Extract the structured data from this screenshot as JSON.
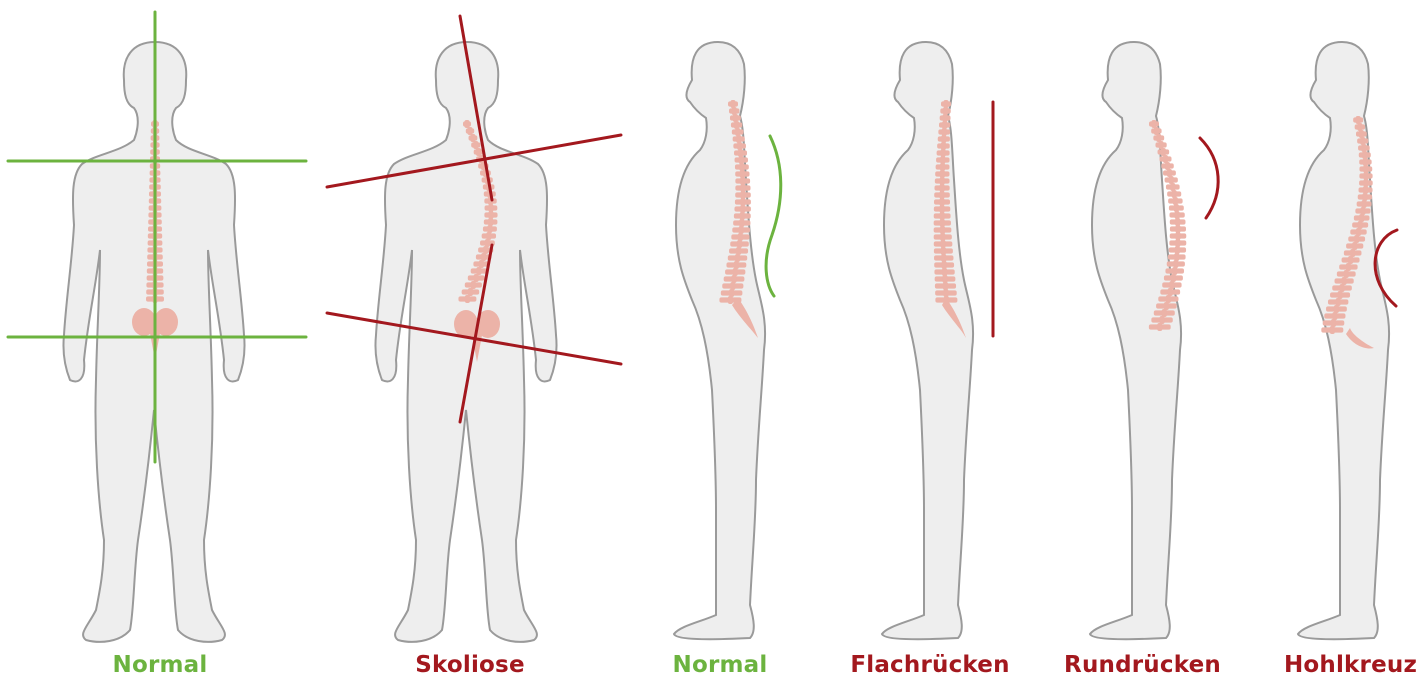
{
  "colors": {
    "body_fill": "#eeeeee",
    "body_stroke": "#9a9a9a",
    "spine": "#ecb3a8",
    "normal": "#6cb33f",
    "abnormal": "#a3181e"
  },
  "figures": [
    {
      "view": "front",
      "label": "Normal",
      "status": "normal",
      "spine_shape": "straight"
    },
    {
      "view": "front",
      "label": "Skoliose",
      "status": "abnormal",
      "spine_shape": "scoliosis"
    },
    {
      "view": "side",
      "label": "Normal",
      "status": "normal",
      "spine_shape": "s-curve"
    },
    {
      "view": "side",
      "label": "Flachrücken",
      "status": "abnormal",
      "spine_shape": "flat"
    },
    {
      "view": "side",
      "label": "Rundrücken",
      "status": "abnormal",
      "spine_shape": "rounded"
    },
    {
      "view": "side",
      "label": "Hohlkreuz",
      "status": "abnormal",
      "spine_shape": "hollow"
    }
  ]
}
